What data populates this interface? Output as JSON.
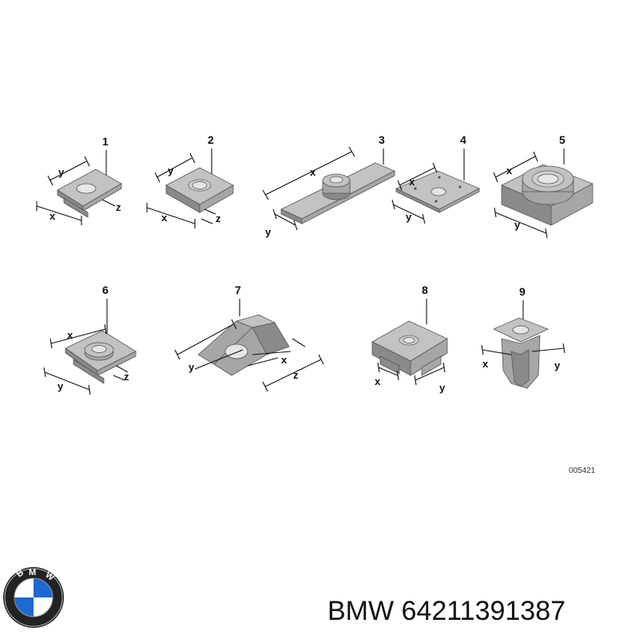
{
  "diagram": {
    "reference_code": "005421",
    "parts": [
      {
        "number": "1",
        "dims": [
          "y",
          "x",
          "z"
        ]
      },
      {
        "number": "2",
        "dims": [
          "y",
          "x",
          "z"
        ]
      },
      {
        "number": "3",
        "dims": [
          "x",
          "y"
        ]
      },
      {
        "number": "4",
        "dims": [
          "x",
          "y"
        ]
      },
      {
        "number": "5",
        "dims": [
          "x",
          "y"
        ]
      },
      {
        "number": "6",
        "dims": [
          "x",
          "y",
          "z"
        ]
      },
      {
        "number": "7",
        "dims": [
          "y",
          "x",
          "z"
        ]
      },
      {
        "number": "8",
        "dims": [
          "x",
          "y"
        ]
      },
      {
        "number": "9",
        "dims": [
          "x",
          "y"
        ]
      }
    ]
  },
  "caption": {
    "brand": "BMW",
    "part_number": "64211391387"
  },
  "logo": {
    "text": "BMW",
    "colors": {
      "blue": "#1c69d4",
      "white": "#ffffff",
      "ring": "#222222"
    }
  }
}
